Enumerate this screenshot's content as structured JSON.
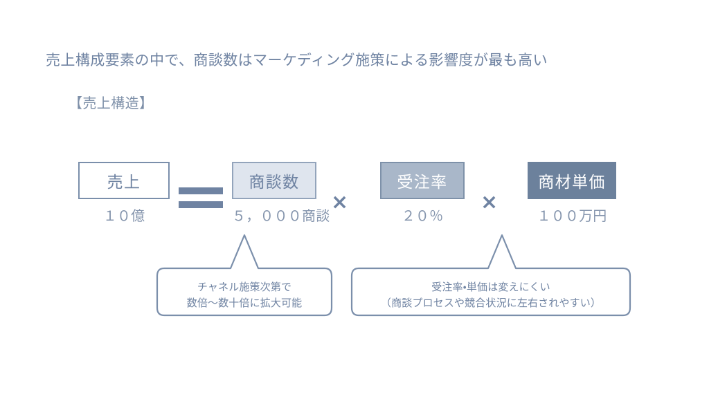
{
  "slide": {
    "background": "#ffffff",
    "headline": "売上構成要素の中で、商談数はマーケディング施策による影響度が最も高い",
    "subhead": "【売上構造】"
  },
  "formula": {
    "equals_symbol": "=",
    "times_symbol": "×",
    "terms": [
      {
        "label": "売上",
        "value": "１０億",
        "style": "outline",
        "fill": "#ffffff",
        "border": "#7b8fab",
        "text_color": "#6f83a2"
      },
      {
        "label": "商談数",
        "value": "５，０００商談",
        "style": "tint",
        "fill": "#dfe5ee",
        "border": "#93a4bb",
        "text_color": "#6f83a2"
      },
      {
        "label": "受注率",
        "value": "２０％",
        "style": "mid",
        "fill": "#a9b7c9",
        "border": "#7e91a9",
        "text_color": "#ffffff"
      },
      {
        "label": "商材単価",
        "value": "１００万円",
        "style": "dark",
        "fill": "#6c819c",
        "border": "#6c819c",
        "text_color": "#ffffff"
      }
    ]
  },
  "callouts": [
    {
      "name": "shoudansuu-callout",
      "lines": [
        "チャネル施策次第で",
        "数倍〜数十倍に拡大可能"
      ],
      "border_color": "#7b8fab",
      "text_color": "#6f83a2"
    },
    {
      "name": "jutyuuritsu-tanka-callout",
      "lines": [
        "受注率・単価は変えにくい",
        "（商談プロセスや競合状況に左右されやすい）"
      ],
      "border_color": "#7b8fab",
      "text_color": "#6f83a2"
    }
  ]
}
